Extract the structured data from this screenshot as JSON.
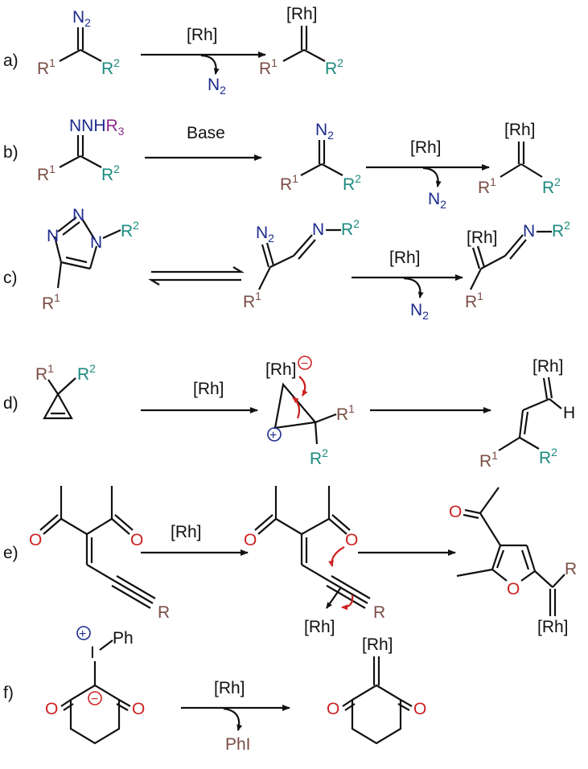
{
  "labels": {
    "a": "a)",
    "b": "b)",
    "c": "c)",
    "d": "d)",
    "e": "e)",
    "f": "f)"
  },
  "atoms": {
    "R": "R",
    "one": "1",
    "two": "2",
    "three": "3",
    "N": "N",
    "N2_sub": "2",
    "NNH": "NNH",
    "Rh": "[Rh]",
    "O": "O",
    "H": "H",
    "I": "I",
    "Ph": "Ph",
    "PhI": "PhI",
    "plus": "+",
    "minus": "−"
  },
  "reagents": {
    "base": "Base",
    "rh": "[Rh]"
  },
  "colors": {
    "R1": "#7a4d45",
    "R2": "#1b8a7f",
    "nitrogen": "#1c2a8c",
    "R3": "#8a2a8a",
    "oxygen": "#cc2222"
  }
}
